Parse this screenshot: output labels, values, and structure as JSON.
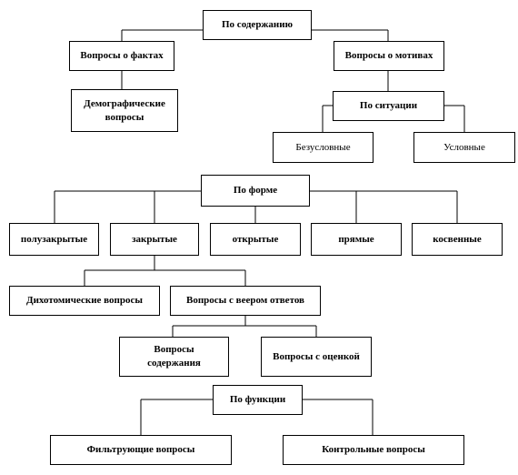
{
  "content_tree": {
    "root": "По содержанию",
    "facts": "Вопросы о фактах",
    "demographic": "Демографические вопросы",
    "motives": "Вопросы о мотивах",
    "situation": "По ситуации",
    "unconditional": "Безусловные",
    "conditional": "Условные"
  },
  "form_tree": {
    "root": "По форме",
    "semiclosed": "полузакрытые",
    "closed": "закрытые",
    "open": "открытые",
    "direct": "прямые",
    "indirect": "косвенные",
    "dichotomous": "Дихотомические  вопросы",
    "fan": "Вопросы с веером ответов",
    "content_questions": "Вопросы содержания",
    "rating": "Вопросы с оценкой"
  },
  "function_tree": {
    "root": "По функции",
    "filtering": "Фильтрующие вопросы",
    "control": "Контрольные вопросы"
  }
}
